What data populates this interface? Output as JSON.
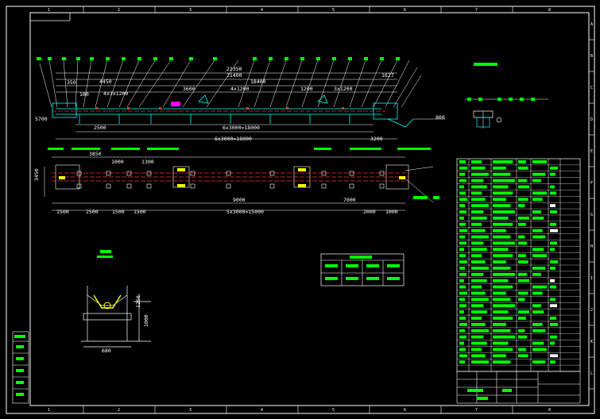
{
  "frame": {
    "col_labels": [
      "1",
      "2",
      "3",
      "4",
      "5",
      "6",
      "7",
      "8"
    ],
    "row_labels": [
      "A",
      "B",
      "C",
      "D",
      "E",
      "F",
      "G",
      "H",
      "I",
      "J",
      "K",
      "L"
    ]
  },
  "elevation": {
    "dims_top": [
      "22350",
      "21400",
      "18400",
      "4450",
      "4x3x1200",
      "3600",
      "4x1200",
      "3x1200",
      "1200",
      "1627"
    ],
    "dims_bottom": [
      "2500",
      "6x3000=18000",
      "6x3000=18000",
      "3200"
    ],
    "left_dims": [
      "350",
      "100",
      "5700"
    ],
    "level_mark": "800"
  },
  "plan": {
    "dims_top": [
      "3850",
      "1000",
      "1300"
    ],
    "dims_bottom": [
      "1500",
      "2500",
      "1500",
      "1500",
      "9000",
      "5x3000=15000",
      "7000",
      "2000",
      "1000"
    ],
    "left_dims": [
      "3450"
    ]
  },
  "detail": {
    "dims": [
      "680",
      "1250",
      "1000"
    ]
  },
  "colors": {
    "frame": "#ffffff",
    "structure": "#00ffff",
    "centerline": "#ff3030",
    "leaders": "#ffffff",
    "text_green": "#00ff00",
    "text_yellow": "#ffff00",
    "hatch": "#ffff00"
  }
}
